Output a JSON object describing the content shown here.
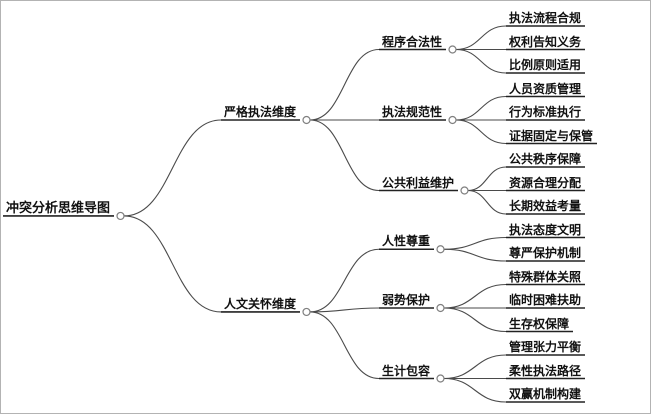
{
  "diagram": {
    "type": "mindmap",
    "root": {
      "label": "冲突分析思维导图",
      "children": [
        {
          "label": "严格执法维度",
          "children": [
            {
              "label": "程序合法性",
              "children": [
                {
                  "label": "执法流程合规"
                },
                {
                  "label": "权利告知义务"
                },
                {
                  "label": "比例原则适用"
                }
              ]
            },
            {
              "label": "执法规范性",
              "children": [
                {
                  "label": "人员资质管理"
                },
                {
                  "label": "行为标准执行"
                },
                {
                  "label": "证据固定与保管"
                }
              ]
            },
            {
              "label": "公共利益维护",
              "children": [
                {
                  "label": "公共秩序保障"
                },
                {
                  "label": "资源合理分配"
                },
                {
                  "label": "长期效益考量"
                }
              ]
            }
          ]
        },
        {
          "label": "人文关怀维度",
          "children": [
            {
              "label": "人性尊重",
              "children": [
                {
                  "label": "执法态度文明"
                },
                {
                  "label": "尊严保护机制"
                }
              ]
            },
            {
              "label": "弱势保护",
              "children": [
                {
                  "label": "特殊群体关照"
                },
                {
                  "label": "临时困难扶助"
                },
                {
                  "label": "生存权保障"
                }
              ]
            },
            {
              "label": "生计包容",
              "children": [
                {
                  "label": "管理张力平衡"
                },
                {
                  "label": "柔性执法路径"
                },
                {
                  "label": "双赢机制构建"
                }
              ]
            }
          ]
        }
      ]
    },
    "colors": {
      "background": "#ffffff",
      "border": "#b3b3b3",
      "edge_line": "#4a4a4a",
      "underline": "#222222",
      "text": "#111111",
      "circle_stroke": "#7f7f7f",
      "circle_fill": "#ffffff"
    }
  }
}
